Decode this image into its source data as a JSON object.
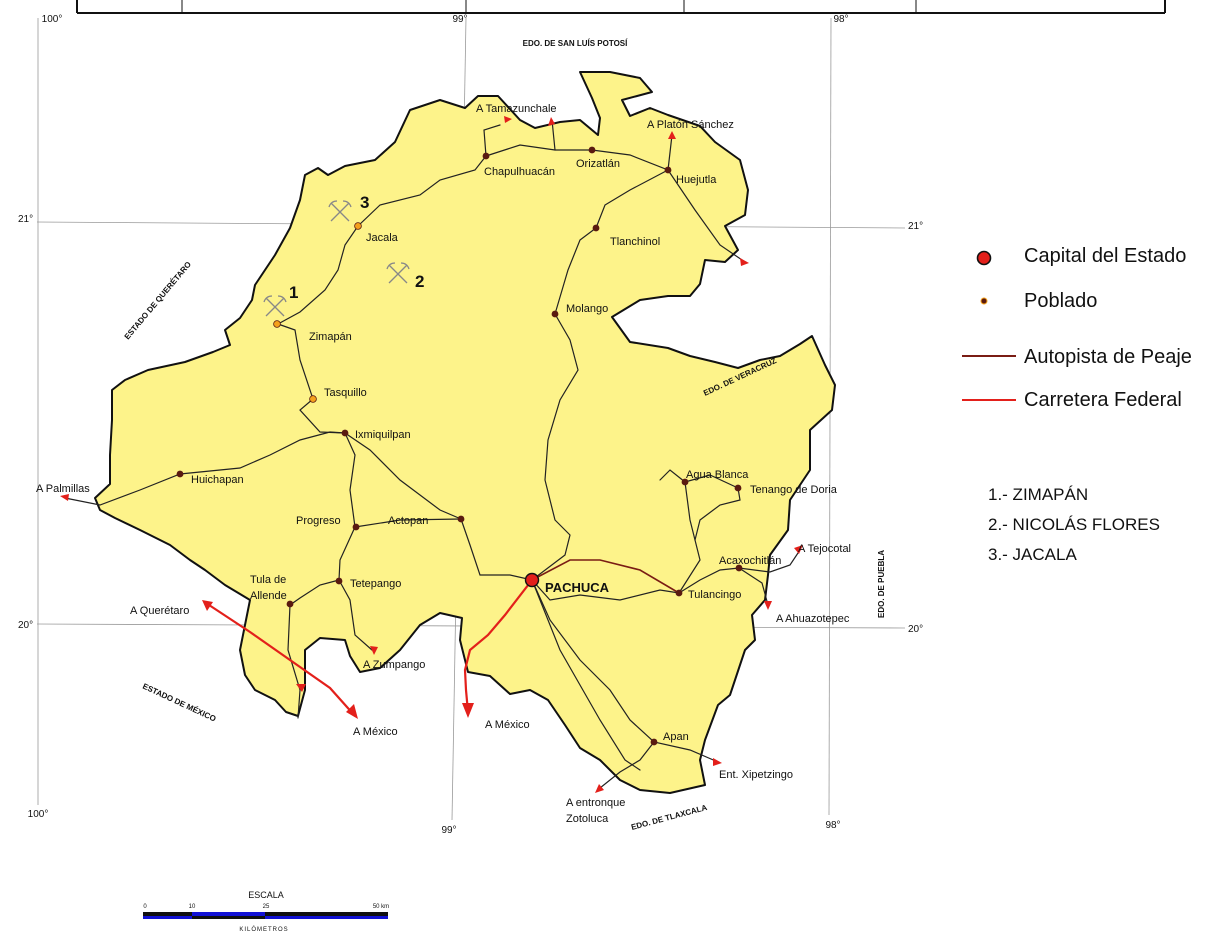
{
  "map": {
    "degrees": {
      "top": [
        "100°",
        "99°",
        "98°"
      ],
      "bottom": [
        "100°",
        "99°",
        "98°"
      ],
      "left": [
        "21°",
        "20°"
      ],
      "right": [
        "21°",
        "20°"
      ]
    },
    "neighbors": {
      "north": "EDO. DE SAN LUÍS POTOSÍ",
      "west": "ESTADO DE QUERÉTARO",
      "east": "EDO. DE VERACRUZ",
      "east_far": "EDO. DE PUEBLA",
      "southwest": "ESTADO DE MÉXICO",
      "south": "EDO. DE TLAXCALA"
    },
    "capital": "PACHUCA",
    "towns": {
      "chapulhuacan": "Chapulhuacán",
      "orizatlan": "Orizatlán",
      "huejutla": "Huejutla",
      "jacala": "Jacala",
      "tlanchinol": "Tlanchinol",
      "molango": "Molango",
      "zimapan": "Zimapán",
      "tasquillo": "Tasquillo",
      "ixmiquilpan": "Ixmiquilpan",
      "huichapan": "Huichapan",
      "progreso": "Progreso",
      "actopan": "Actopan",
      "tula_1": "Tula de",
      "tula_2": "Allende",
      "tetepango": "Tetepango",
      "tulancingo": "Tulancingo",
      "agua_blanca": "Agua Blanca",
      "tenango": "Tenango de Doria",
      "acaxochitlan": "Acaxochitlán",
      "apan": "Apan"
    },
    "destinations": {
      "tamazunchale": "A Tamazunchale",
      "platon": "A Platón Sánchez",
      "palmillas": "A Palmillas",
      "queretaro": "A Querétaro",
      "zumpango": "A Zumpango",
      "mexico_west": "A México",
      "mexico_center": "A México",
      "tejocotal": "A Tejocotal",
      "ahuazotepec": "A Ahuazotepec",
      "xipetzingo": "Ent. Xipetzingo",
      "zotoluca_1": "A entronque",
      "zotoluca_2": "Zotoluca"
    },
    "mine_numbers": [
      "1",
      "2",
      "3"
    ]
  },
  "legend": {
    "capital": "Capital del Estado",
    "town": "Poblado",
    "toll": "Autopista de Peaje",
    "federal": "Carretera Federal"
  },
  "mines_list": [
    "1.- ZIMAPÁN",
    "2.- NICOLÁS FLORES",
    "3.- JACALA"
  ],
  "scale": {
    "title": "ESCALA",
    "ticks": [
      "0",
      "10",
      "25",
      "50 km"
    ],
    "unit": "KILÓMETROS"
  },
  "colors": {
    "state_fill": "#fdf38a",
    "outline": "#111111",
    "federal_road": "#e3201b",
    "toll_road": "#7a1c14",
    "scale_blue": "#1212d6"
  }
}
